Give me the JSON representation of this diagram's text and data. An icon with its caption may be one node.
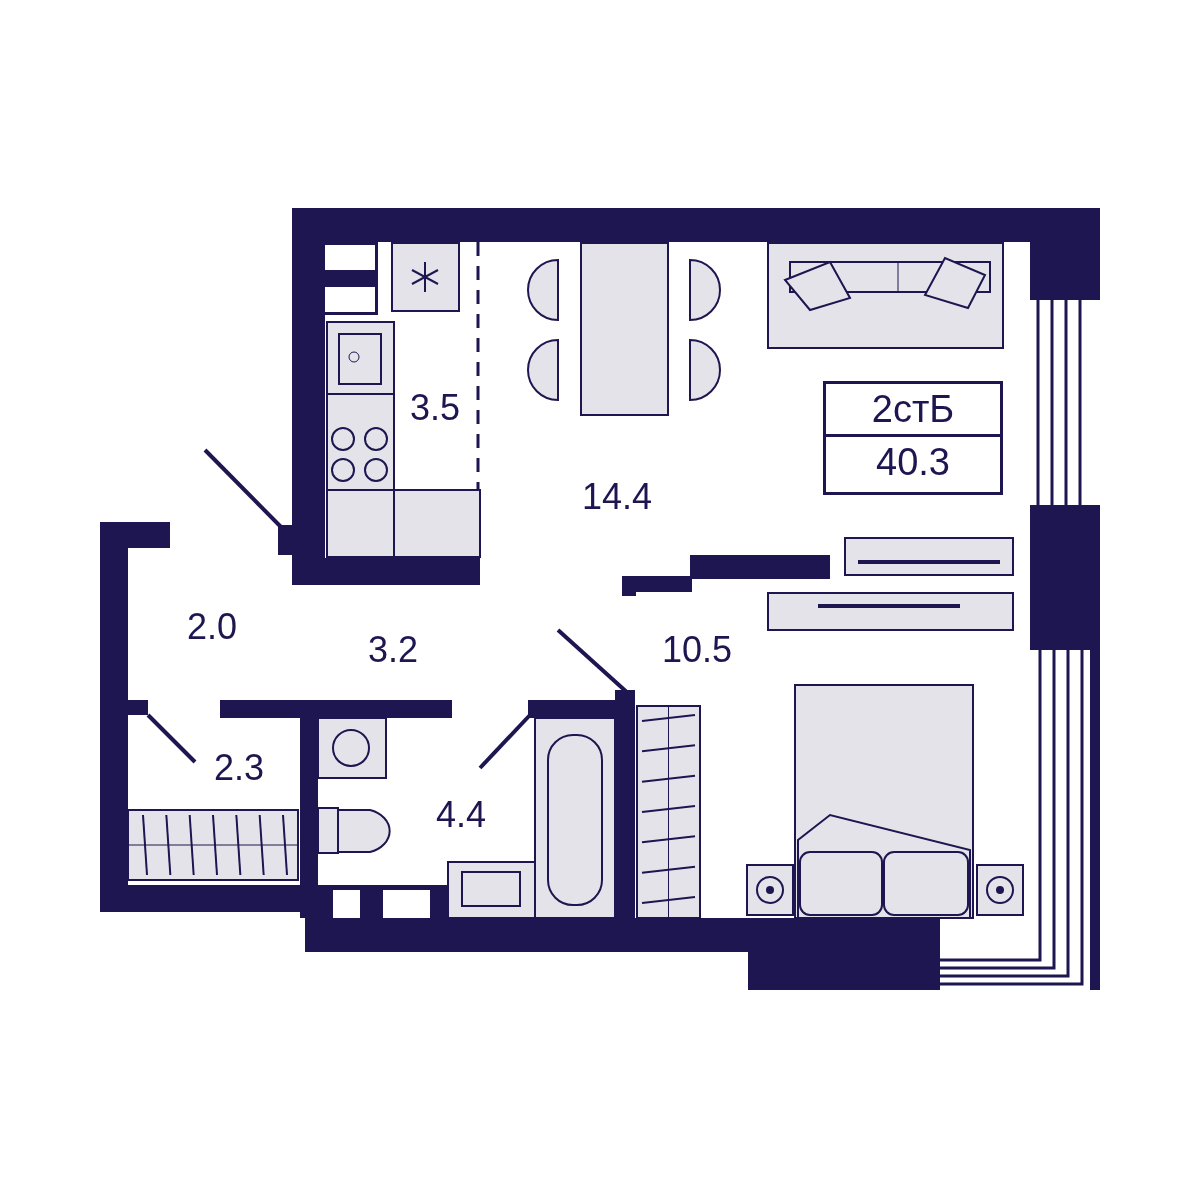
{
  "diagram": {
    "nodes": [
      {
        "text": [
          "2стБ",
          "40.3"
        ]
      }
    ],
    "labels": [
      "3.5",
      "14.4",
      "2.0",
      "3.2",
      "10.5",
      "2.3",
      "4.4"
    ]
  }
}
